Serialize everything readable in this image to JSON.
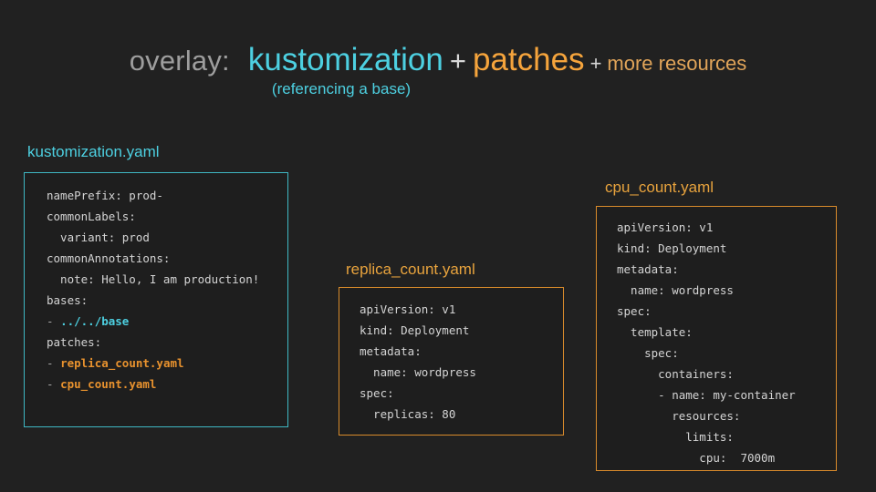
{
  "heading": {
    "overlay_word": "overlay:",
    "kustomization_word": "kustomization",
    "plus_1": "+",
    "patches_word": "patches",
    "plus_2": "+",
    "more_resources_word": "more resources",
    "subtitle": "(referencing a base)",
    "colors": {
      "overlay": "#9e9e9e",
      "cyan": "#4dd0e1",
      "orange": "#f5a43c",
      "dim_orange": "#e0a459",
      "plus": "#d8d8d8"
    }
  },
  "files": [
    {
      "label": "kustomization.yaml",
      "label_color": "#4dd0e1",
      "border_color": "#3fb8c4",
      "lines": [
        [
          {
            "t": "namePrefix: prod-",
            "c": "plain"
          }
        ],
        [
          {
            "t": "commonLabels:",
            "c": "plain"
          }
        ],
        [
          {
            "t": "  variant: prod",
            "c": "plain"
          }
        ],
        [
          {
            "t": "commonAnnotations:",
            "c": "plain"
          }
        ],
        [
          {
            "t": "  note: Hello, I am production!",
            "c": "plain"
          }
        ],
        [
          {
            "t": "bases:",
            "c": "plain"
          }
        ],
        [
          {
            "t": "- ",
            "c": "dash"
          },
          {
            "t": "../../base",
            "c": "cyan"
          }
        ],
        [
          {
            "t": "patches:",
            "c": "plain"
          }
        ],
        [
          {
            "t": "- ",
            "c": "dash"
          },
          {
            "t": "replica_count.yaml",
            "c": "orange"
          }
        ],
        [
          {
            "t": "- ",
            "c": "dash"
          },
          {
            "t": "cpu_count.yaml",
            "c": "orange"
          }
        ]
      ]
    },
    {
      "label": "replica_count.yaml",
      "label_color": "#e8a33d",
      "border_color": "#d98b2b",
      "lines": [
        [
          {
            "t": "apiVersion: v1",
            "c": "plain"
          }
        ],
        [
          {
            "t": "kind: Deployment",
            "c": "plain"
          }
        ],
        [
          {
            "t": "metadata:",
            "c": "plain"
          }
        ],
        [
          {
            "t": "  name: wordpress",
            "c": "plain"
          }
        ],
        [
          {
            "t": "spec:",
            "c": "plain"
          }
        ],
        [
          {
            "t": "  replicas: 80",
            "c": "plain"
          }
        ]
      ]
    },
    {
      "label": "cpu_count.yaml",
      "label_color": "#e8a33d",
      "border_color": "#d98b2b",
      "lines": [
        [
          {
            "t": "apiVersion: v1",
            "c": "plain"
          }
        ],
        [
          {
            "t": "kind: Deployment",
            "c": "plain"
          }
        ],
        [
          {
            "t": "metadata:",
            "c": "plain"
          }
        ],
        [
          {
            "t": "  name: wordpress",
            "c": "plain"
          }
        ],
        [
          {
            "t": "spec:",
            "c": "plain"
          }
        ],
        [
          {
            "t": "  template:",
            "c": "plain"
          }
        ],
        [
          {
            "t": "    spec:",
            "c": "plain"
          }
        ],
        [
          {
            "t": "      containers:",
            "c": "plain"
          }
        ],
        [
          {
            "t": "      - name: my-container",
            "c": "plain"
          }
        ],
        [
          {
            "t": "        resources:",
            "c": "plain"
          }
        ],
        [
          {
            "t": "          limits:",
            "c": "plain"
          }
        ],
        [
          {
            "t": "            cpu:  7000m",
            "c": "plain"
          }
        ]
      ]
    }
  ],
  "slide": {
    "background": "#212121",
    "code_background": "#1e1e1e"
  }
}
